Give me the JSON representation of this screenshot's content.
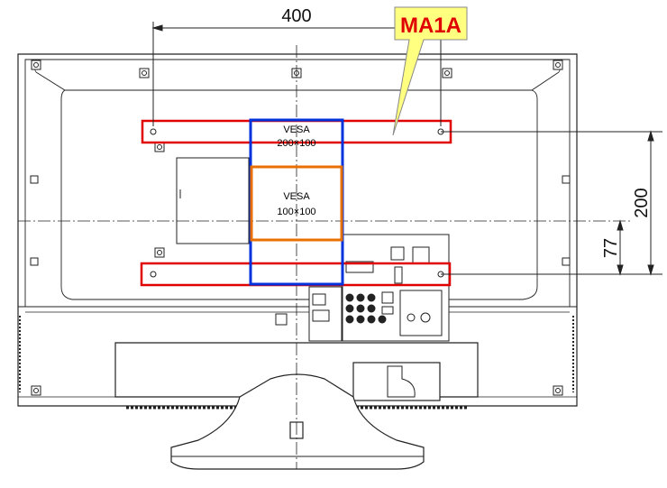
{
  "dimensions": {
    "horizontal_spacing": "400",
    "vertical_spacing": "200",
    "lower_offset": "77"
  },
  "callout": {
    "label": "MA1A"
  },
  "vesa_large": {
    "line1": "VESA",
    "line2": "200×100"
  },
  "vesa_small": {
    "line1": "VESA",
    "line2": "100×100"
  },
  "colors": {
    "bracket_outline": "#e00000",
    "vesa_large_outline": "#0033dd",
    "vesa_small_outline": "#e87000",
    "callout_fill": "#ffff80",
    "drawing_line": "#222222"
  }
}
